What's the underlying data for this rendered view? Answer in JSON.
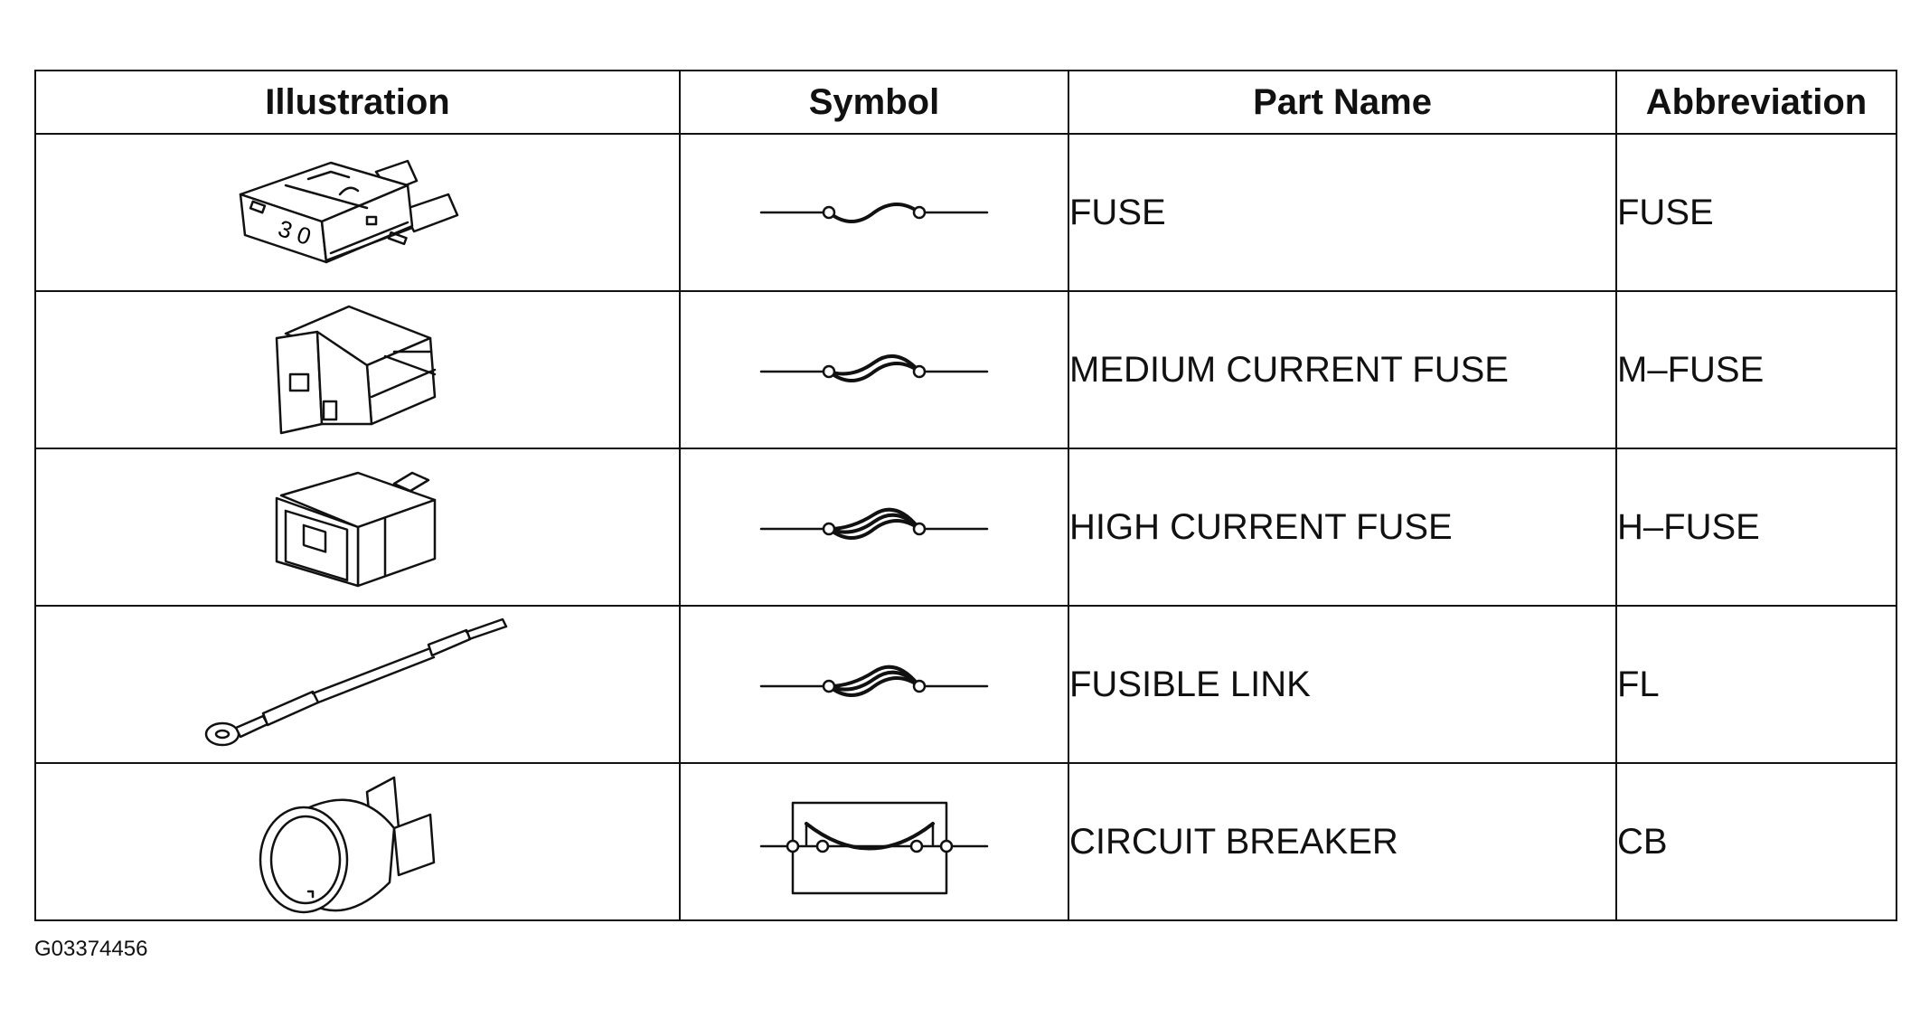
{
  "table": {
    "headers": [
      "Illustration",
      "Symbol",
      "Part Name",
      "Abbreviation"
    ],
    "rows": [
      {
        "illustration_icon": "blade-fuse-illustration",
        "symbol_icon": "fuse-symbol",
        "part_name": "FUSE",
        "abbreviation": "FUSE",
        "illustration_label": "3 0"
      },
      {
        "illustration_icon": "medium-current-fuse-illustration",
        "symbol_icon": "medium-current-fuse-symbol",
        "part_name": "MEDIUM CURRENT FUSE",
        "abbreviation": "M–FUSE"
      },
      {
        "illustration_icon": "high-current-fuse-illustration",
        "symbol_icon": "high-current-fuse-symbol",
        "part_name": "HIGH CURRENT FUSE",
        "abbreviation": "H–FUSE"
      },
      {
        "illustration_icon": "fusible-link-illustration",
        "symbol_icon": "fusible-link-symbol",
        "part_name": "FUSIBLE LINK",
        "abbreviation": "FL"
      },
      {
        "illustration_icon": "circuit-breaker-illustration",
        "symbol_icon": "circuit-breaker-symbol",
        "part_name": "CIRCUIT BREAKER",
        "abbreviation": "CB"
      }
    ]
  },
  "figure_code": "G03374456"
}
